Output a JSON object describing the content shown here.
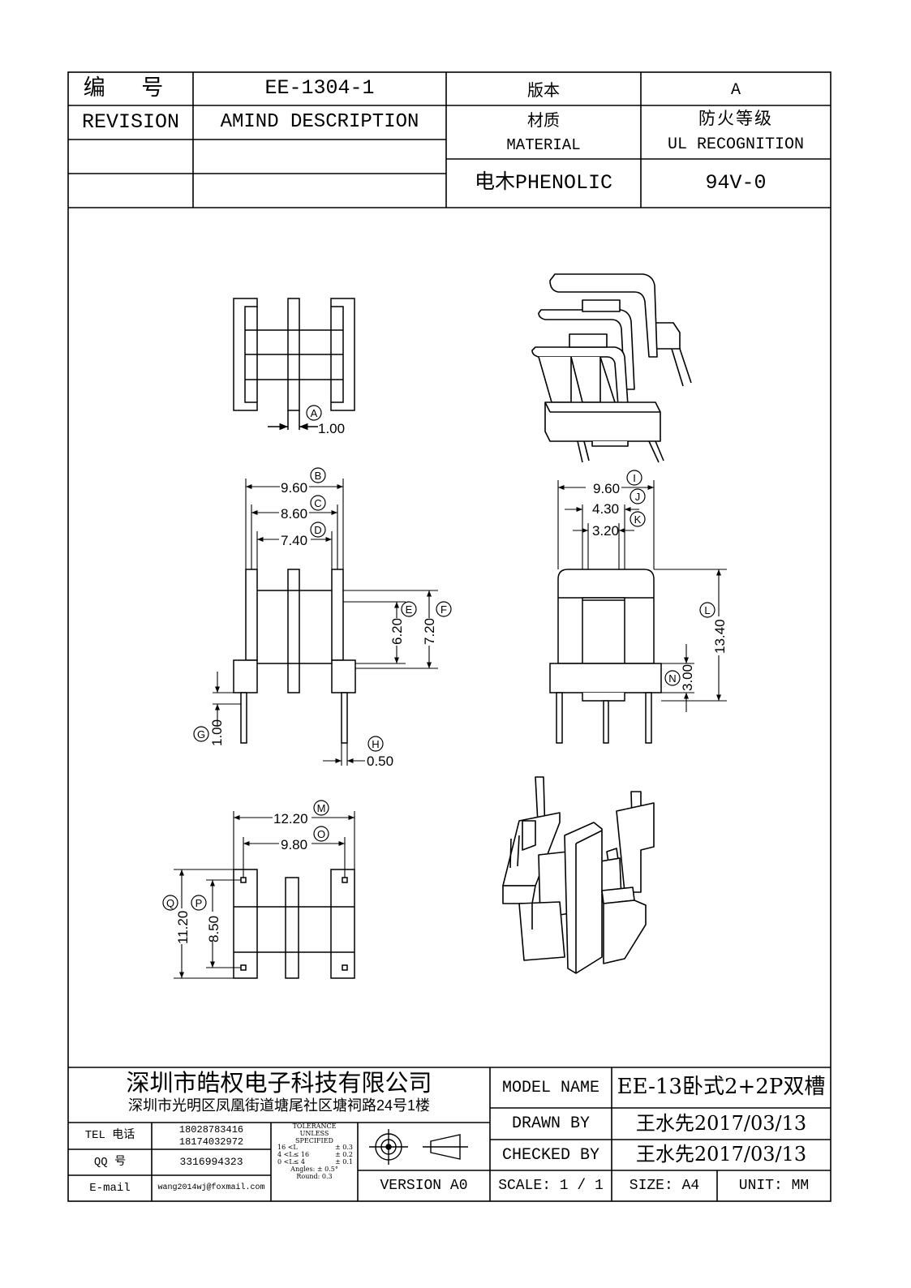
{
  "header": {
    "number_label": "编  号",
    "part_number": "EE-1304-1",
    "version_label": "版本",
    "version_value": "A",
    "revision_label": "REVISION",
    "amind_label": "AMIND DESCRIPTION",
    "material_cn": "材质",
    "material_en": "MATERIAL",
    "ul_cn": "防火等级",
    "ul_en": "UL RECOGNITION",
    "material_value": "电木PHENOLIC",
    "ul_value": "94V-0"
  },
  "drawing": {
    "dims": {
      "A": "1.00",
      "B": "9.60",
      "C": "8.60",
      "D": "7.40",
      "E": "6.20",
      "F": "7.20",
      "G": "1.00",
      "H": "0.50",
      "I": "9.60",
      "J": "4.30",
      "K": "3.20",
      "L": "13.40",
      "N": "3.00",
      "M": "12.20",
      "O": "9.80",
      "P": "8.50",
      "Q": "11.20"
    },
    "markers": {
      "A": "A",
      "B": "B",
      "C": "C",
      "D": "D",
      "E": "E",
      "F": "F",
      "G": "G",
      "H": "H",
      "I": "I",
      "J": "J",
      "K": "K",
      "L": "L",
      "M": "M",
      "N": "N",
      "O": "O",
      "P": "P",
      "Q": "Q"
    }
  },
  "footer": {
    "company_name": "深圳市皓权电子科技有限公司",
    "company_address": "深圳市光明区凤凰街道塘尾社区塘祠路24号1楼",
    "tel_label": "TEL 电话",
    "tel_1": "18028783416",
    "tel_2": "18174032972",
    "qq_label": "QQ  号",
    "qq_value": "3316994323",
    "email_label": "E-mail",
    "email_value": "wang2014wj@foxmail.com",
    "tolerance": {
      "title": "TOLERANCE",
      "line2": "UNLESS",
      "line3": "SPECIFIED",
      "rows": [
        {
          "range": "16 <L",
          "tol": "± 0.3"
        },
        {
          "range": "4 <L≤ 16",
          "tol": "± 0.2"
        },
        {
          "range": "0 <L≤ 4",
          "tol": "± 0.1"
        }
      ],
      "angles": "Angles: ± 0.5°",
      "round": "Round: 0.3"
    },
    "version_text": "VERSION A0",
    "model_name_label": "MODEL NAME",
    "model_name_value": "EE-13卧式2+2P双槽",
    "drawn_by_label": "DRAWN BY",
    "drawn_by_value": "王水先2017/03/13",
    "checked_by_label": "CHECKED BY",
    "checked_by_value": "王水先2017/03/13",
    "scale_text": "SCALE: 1 / 1",
    "size_text": "SIZE: A4",
    "unit_text": "UNIT: MM"
  }
}
